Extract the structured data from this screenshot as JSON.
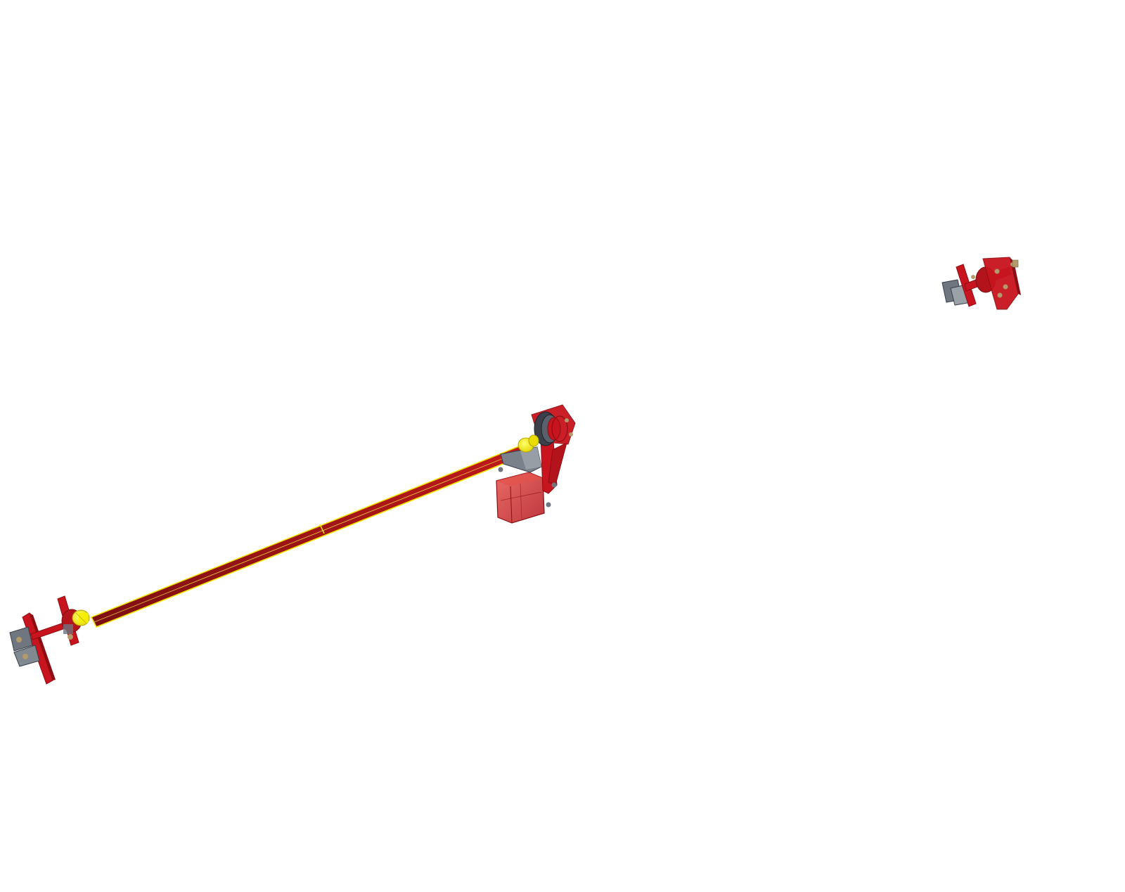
{
  "viewport": {
    "background": "#ffffff"
  },
  "colors": {
    "frame_red": "#c8141e",
    "frame_red_dark": "#8e0d12",
    "frame_red_light": "#e0403a",
    "shaft_core": "#a01818",
    "shaft_outline": "#f2e600",
    "coupling_yellow": "#f5ef00",
    "steel_gray": "#6f7680",
    "steel_gray_light": "#9aa1a8",
    "bolt_tan": "#b39a6a",
    "disc_dark": "#3a3f4a"
  },
  "scene": {
    "assemblies": [
      {
        "name": "left-bearing-support-assembly",
        "kind": "bearing-support"
      },
      {
        "name": "drive-shaft",
        "kind": "shaft"
      },
      {
        "name": "gear-motor-drive-unit",
        "kind": "drive-unit"
      },
      {
        "name": "remote-bearing-support-assembly",
        "kind": "bearing-support"
      }
    ]
  }
}
